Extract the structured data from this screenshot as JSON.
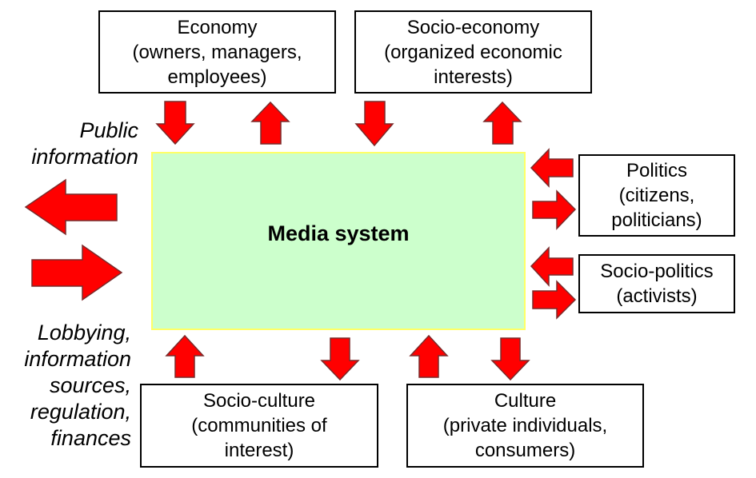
{
  "center": {
    "title": "Media system"
  },
  "boxes": {
    "economy": [
      "Economy",
      "(owners, managers,",
      "employees)"
    ],
    "socio_economy": [
      "Socio-economy",
      "(organized economic",
      "interests)"
    ],
    "politics": [
      "Politics",
      "(citizens,",
      "politicians)"
    ],
    "socio_politics": [
      "Socio-politics",
      "(activists)"
    ],
    "socio_culture": [
      "Socio-culture",
      "(communities of",
      "interest)"
    ],
    "culture": [
      "Culture",
      "(private individuals,",
      "consumers)"
    ]
  },
  "side_labels": {
    "top": [
      "Public",
      "information"
    ],
    "bottom": [
      "Lobbying,",
      "information",
      "sources,",
      "regulation,",
      "finances"
    ]
  },
  "colors": {
    "arrow": "#ff0000",
    "center_fill": "#ccffcc",
    "center_border": "#ffff66"
  }
}
